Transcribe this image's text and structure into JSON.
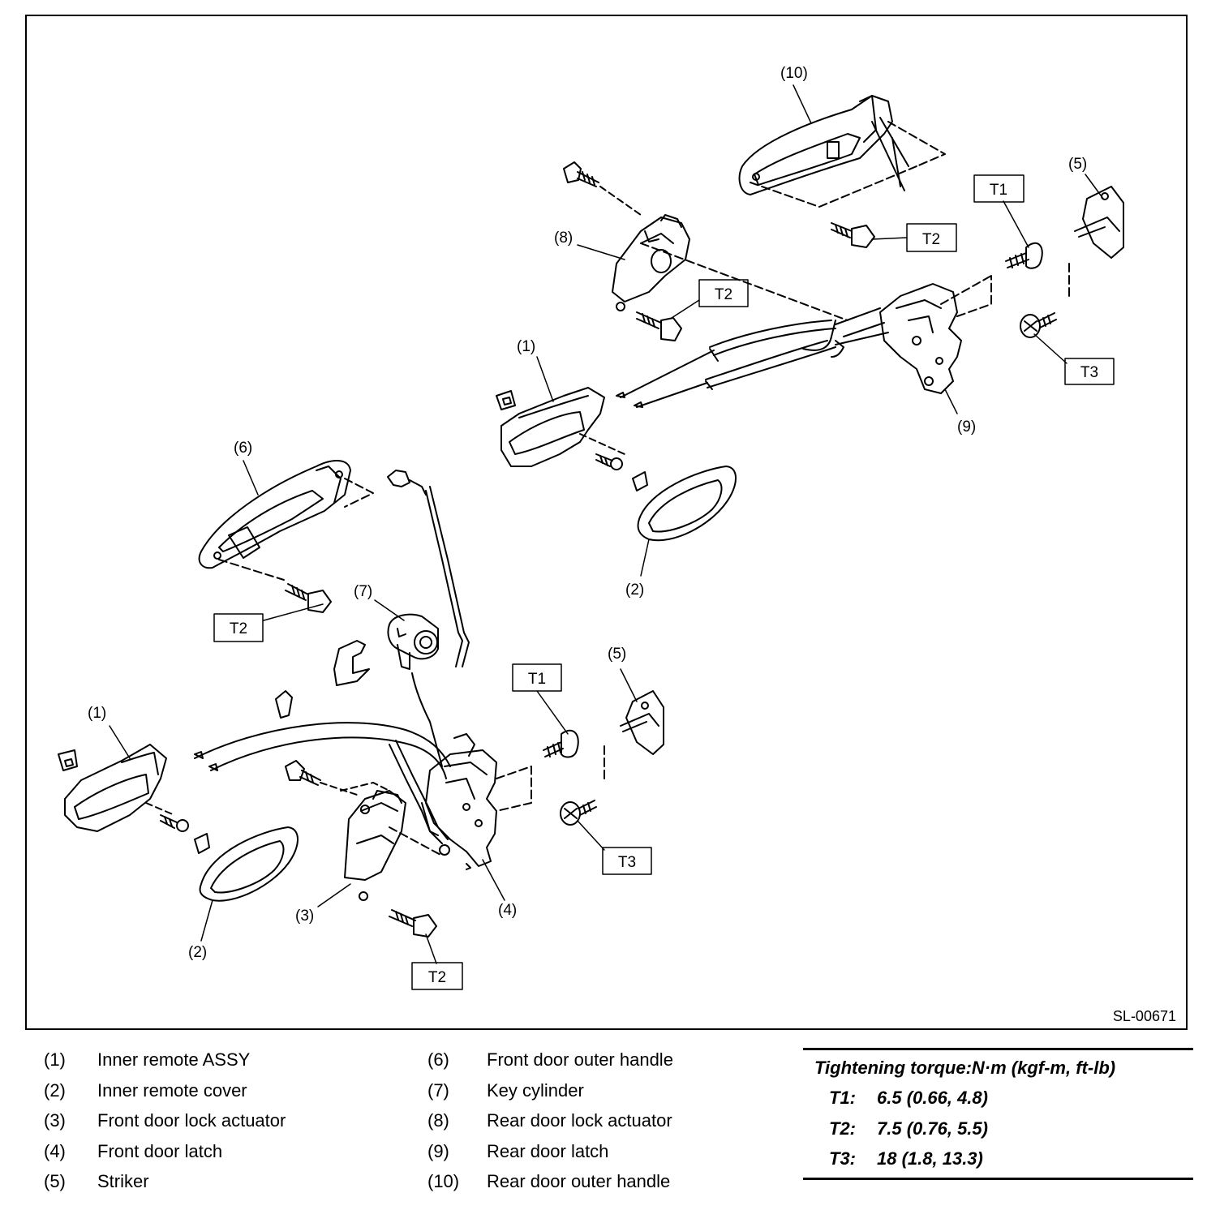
{
  "figure_id": "SL-00671",
  "callouts": {
    "c1_upper": "(1)",
    "c1_lower": "(1)",
    "c2_upper": "(2)",
    "c2_lower": "(2)",
    "c3": "(3)",
    "c4": "(4)",
    "c5_upper": "(5)",
    "c5_lower": "(5)",
    "c6": "(6)",
    "c7": "(7)",
    "c8": "(8)",
    "c9": "(9)",
    "c10": "(10)"
  },
  "torque_boxes": {
    "t1_rear": "T1",
    "t2_rear_handle": "T2",
    "t2_rear_actuator": "T2",
    "t3_rear": "T3",
    "t2_front_handle": "T2",
    "t1_front": "T1",
    "t3_front": "T3",
    "t2_front_actuator": "T2"
  },
  "legend_left": [
    {
      "num": "(1)",
      "name": "Inner remote ASSY"
    },
    {
      "num": "(2)",
      "name": "Inner remote cover"
    },
    {
      "num": "(3)",
      "name": "Front door lock actuator"
    },
    {
      "num": "(4)",
      "name": "Front door latch"
    },
    {
      "num": "(5)",
      "name": "Striker"
    }
  ],
  "legend_right": [
    {
      "num": "(6)",
      "name": "Front door outer handle"
    },
    {
      "num": "(7)",
      "name": "Key cylinder"
    },
    {
      "num": "(8)",
      "name": "Rear door lock actuator"
    },
    {
      "num": "(9)",
      "name": "Rear door latch"
    },
    {
      "num": "(10)",
      "name": "Rear door outer handle"
    }
  ],
  "torque_table": {
    "heading": "Tightening torque:N·m (kgf-m, ft-lb)",
    "rows": [
      {
        "key": "T1:",
        "value": "6.5 (0.66, 4.8)"
      },
      {
        "key": "T2:",
        "value": "7.5 (0.76, 5.5)"
      },
      {
        "key": "T3:",
        "value": "18 (1.8, 13.3)"
      }
    ]
  }
}
